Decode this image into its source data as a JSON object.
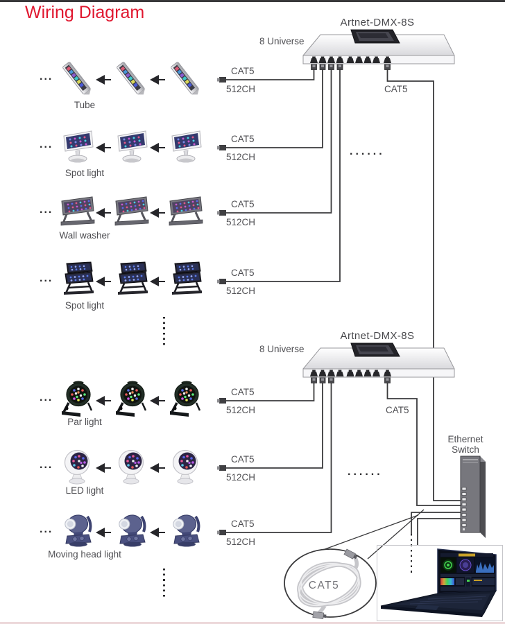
{
  "title": "Wiring Diagram",
  "dots": {
    "three": "...",
    "six": "......"
  },
  "controllers": {
    "top": {
      "name": "Artnet-DMX-8S",
      "universe": "8 Universe",
      "uplink_cable": "CAT5"
    },
    "bottom": {
      "name": "Artnet-DMX-8S",
      "universe": "8 Universe",
      "uplink_cable": "CAT5"
    }
  },
  "rows": [
    {
      "label": "Tube",
      "cable": "CAT5",
      "channels": "512CH"
    },
    {
      "label": "Spot light",
      "cable": "CAT5",
      "channels": "512CH"
    },
    {
      "label": "Wall washer",
      "cable": "CAT5",
      "channels": "512CH"
    },
    {
      "label": "Spot light",
      "cable": "CAT5",
      "channels": "512CH"
    },
    {
      "label": "Par light",
      "cable": "CAT5",
      "channels": "512CH"
    },
    {
      "label": "LED light",
      "cable": "CAT5",
      "channels": "512CH"
    },
    {
      "label": "Moving head light",
      "cable": "CAT5",
      "channels": "512CH"
    }
  ],
  "ethernet_switch": {
    "label_line1": "Ethernet",
    "label_line2": "Switch"
  },
  "cable_coil": {
    "label": "CAT5"
  },
  "colors": {
    "title": "#e0172f",
    "wire": "#3a3a3c",
    "label": "#4e4e52"
  }
}
